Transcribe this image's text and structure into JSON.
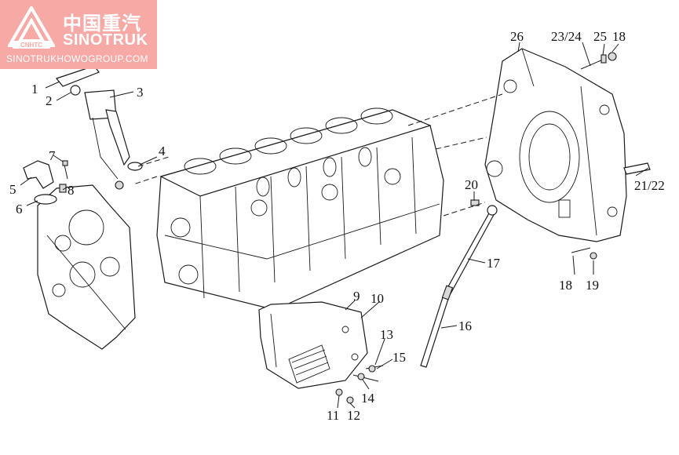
{
  "watermark": {
    "brand_cn": "中国重汽",
    "brand_en": "SINOTRUK",
    "emblem_text": "CNHTC",
    "url": "SINOTRUKHOWOGROUP.COM"
  },
  "callouts": {
    "c1": "1",
    "c2": "2",
    "c3": "3",
    "c4": "4",
    "c5": "5",
    "c6": "6",
    "c7": "7",
    "c8": "8",
    "c9": "9",
    "c10": "10",
    "c11": "11",
    "c12": "12",
    "c13": "13",
    "c14": "14",
    "c15": "15",
    "c16": "16",
    "c17": "17",
    "c18a": "18",
    "c18b": "18",
    "c19": "19",
    "c20": "20",
    "c21_22": "21/22",
    "c23_24": "23/24",
    "c25": "25",
    "c26": "26"
  },
  "colors": {
    "watermark_bg": "#f7a9a6",
    "line": "#1a1a1a"
  }
}
